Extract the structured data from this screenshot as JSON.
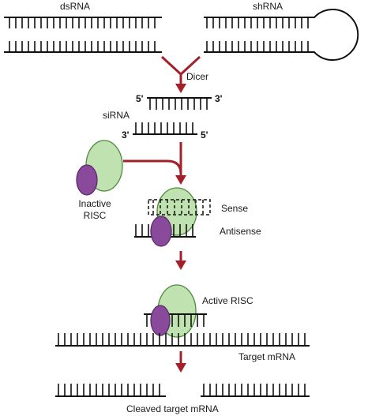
{
  "labels": {
    "dsrna": "dsRNA",
    "shrna": "shRNA",
    "dicer": "Dicer",
    "sirna": "siRNA",
    "five_prime_top": "5'",
    "three_prime_top": "3'",
    "three_prime_bottom": "3'",
    "five_prime_bottom": "5'",
    "inactive_risc_line1": "Inactive",
    "inactive_risc_line2": "RISC",
    "sense": "Sense",
    "antisense": "Antisense",
    "active_risc": "Active RISC",
    "target_mrna": "Target mRNA",
    "cleaved_target_mrna": "Cleaved target mRNA"
  },
  "colors": {
    "arrow": "#a3202a",
    "risc_green": "#bfe2b0",
    "risc_green_stroke": "#4e8a3e",
    "subunit_purple": "#8a4a9c",
    "subunit_purple_stroke": "#5b2c6a",
    "strand": "#111111"
  }
}
